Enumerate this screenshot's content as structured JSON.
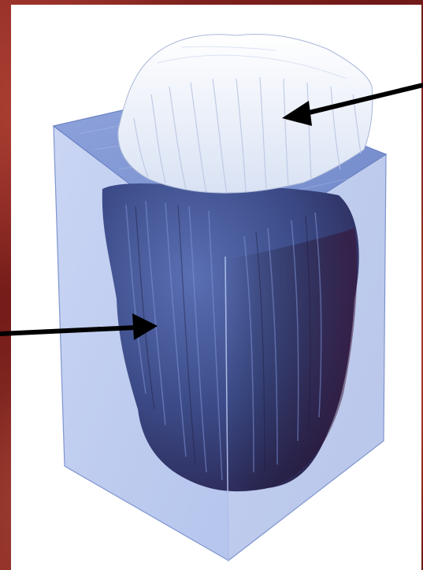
{
  "image": {
    "subject": "iceberg-in-transparent-box-illustration",
    "colors": {
      "border": "#7a1e1c",
      "panel": "#ffffff",
      "box_tint": "#9fb6ea",
      "underwater_mass": "#3f4f8c",
      "underwater_shadow": "#3a1f3f",
      "iceberg_top": "#eef2fb",
      "arrow": "#000000"
    },
    "arrows": [
      {
        "name": "arrow-pointing-to-visible-tip"
      },
      {
        "name": "arrow-pointing-to-submerged-part"
      }
    ]
  }
}
